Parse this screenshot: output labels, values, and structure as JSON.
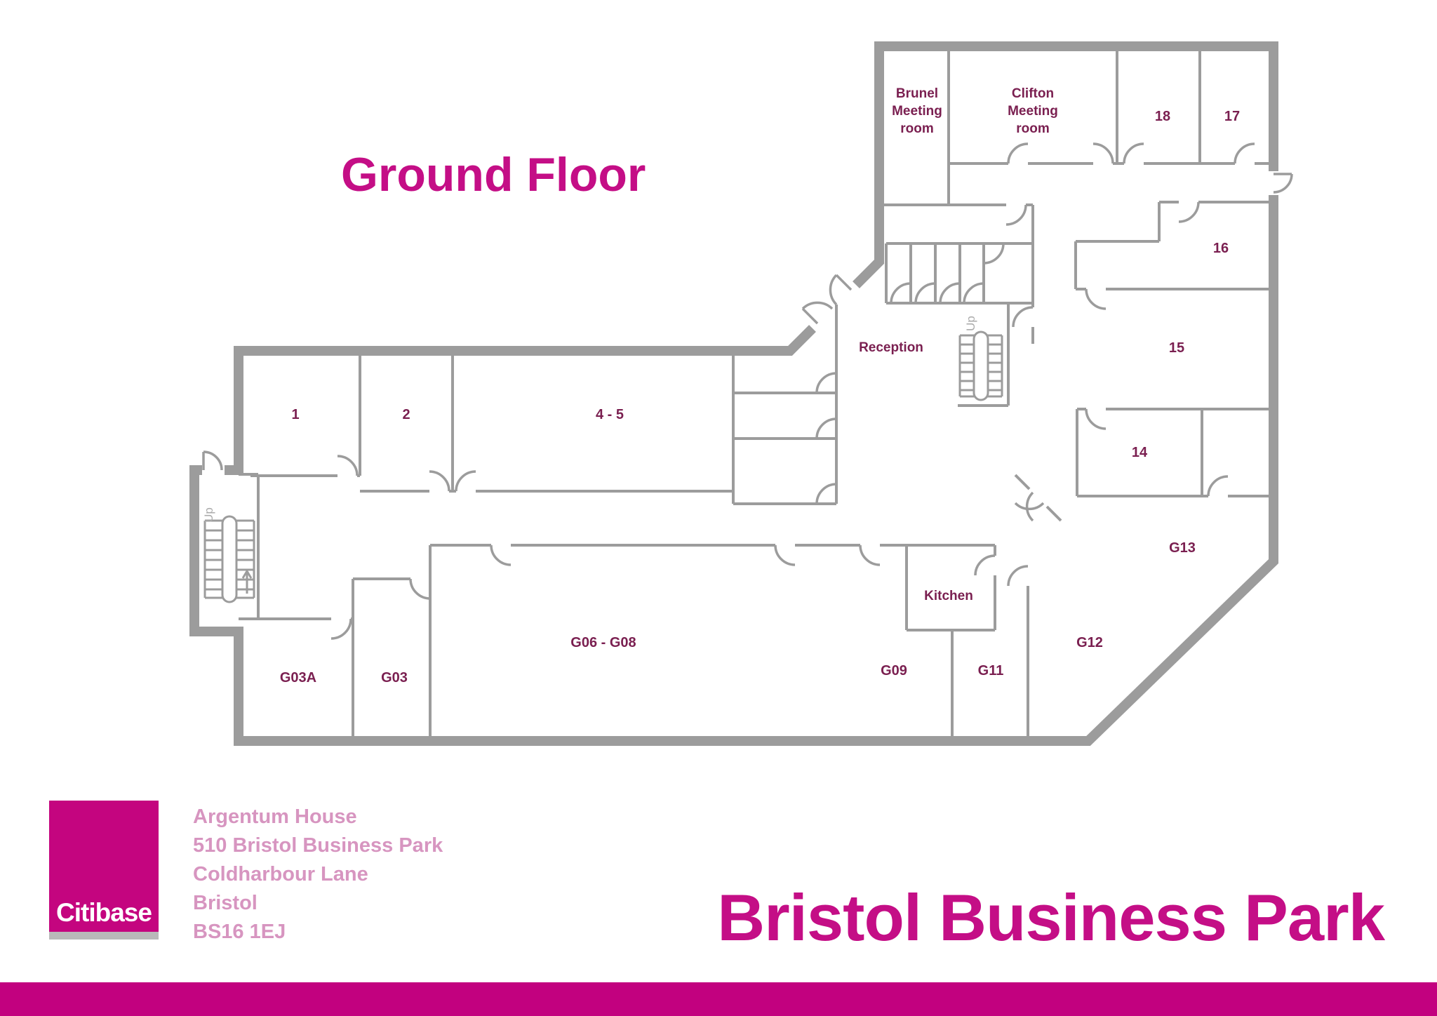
{
  "floor_title": "Ground Floor",
  "labels": {
    "brunel_lines": [
      "Brunel",
      "Meeting",
      "room"
    ],
    "clifton_lines": [
      "Clifton",
      "Meeting",
      "room"
    ],
    "r18": "18",
    "r17": "17",
    "r16": "16",
    "r15": "15",
    "r14": "14",
    "r1": "1",
    "r2": "2",
    "r45": "4 - 5",
    "g13": "G13",
    "g12": "G12",
    "g11": "G11",
    "g09": "G09",
    "g0608": "G06 - G08",
    "g03": "G03",
    "g03a": "G03A",
    "kitchen": "Kitchen",
    "reception": "Reception",
    "up": "Up"
  },
  "footer": {
    "logo_text": "Citibase",
    "address_lines": [
      "Argentum House",
      "510 Bristol Business Park",
      "Coldharbour Lane",
      "Bristol",
      "BS16 1EJ"
    ],
    "site_title": "Bristol Business Park"
  },
  "colors": {
    "brand_magenta": "#C2017F",
    "title_magenta": "#C40E86",
    "address_pink": "#D795C0",
    "room_label_plum": "#7A1F50",
    "wall_gray": "#9C9C9C",
    "logo_gray_strip": "#B9B9B9",
    "up_text_gray": "#ABABAB"
  }
}
